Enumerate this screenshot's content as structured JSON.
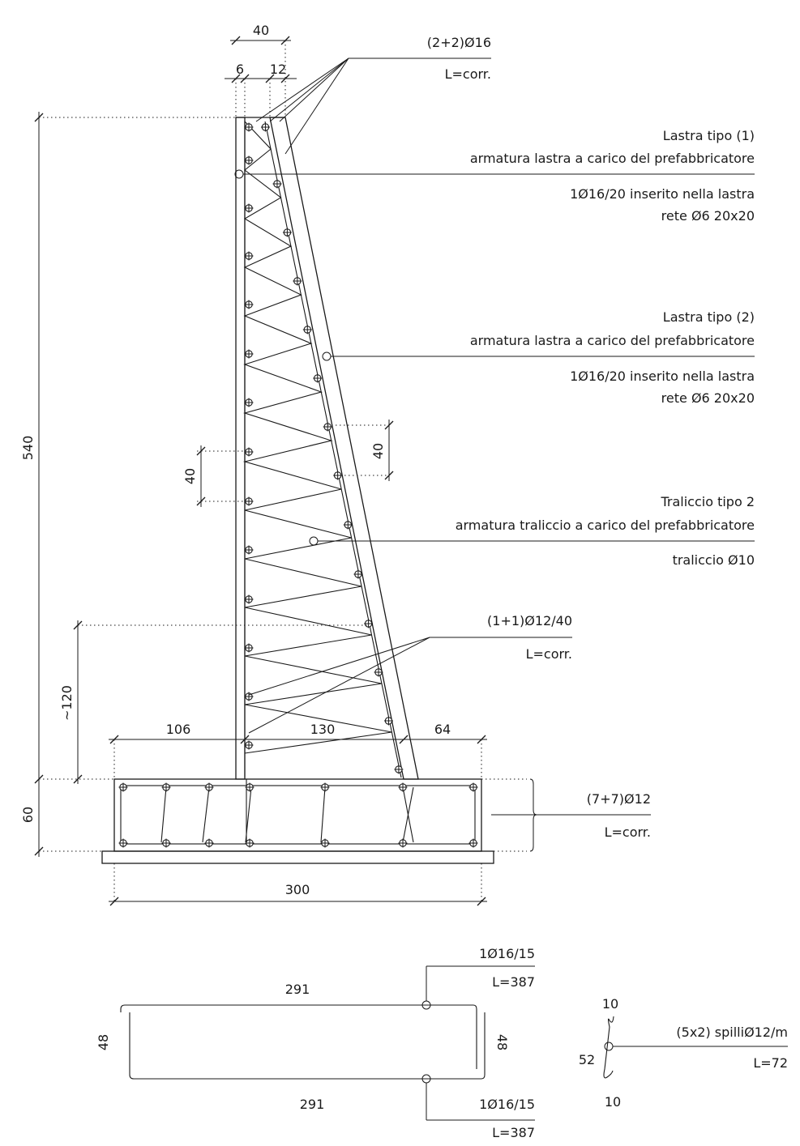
{
  "dimensions": {
    "top_width": "40",
    "top_left_offset": "6",
    "top_right_offset": "12",
    "wall_height": "540",
    "truss_spacing_left": "40",
    "truss_spacing_right": "40",
    "lap_length": "~120",
    "footing_height": "60",
    "toe_length": "106",
    "heel_middle": "130",
    "heel_end": "64",
    "footing_width": "300"
  },
  "callouts": {
    "top_bars": {
      "line1": "(2+2)Ø16",
      "line2": "L=corr."
    },
    "slab1": {
      "title": "Lastra tipo (1)",
      "note": "armatura lastra a carico del prefabbricatore",
      "bar": "1Ø16/20 inserito nella lastra",
      "mesh": "rete Ø6 20x20"
    },
    "slab2": {
      "title": "Lastra tipo (2)",
      "note": "armatura lastra a carico del prefabbricatore",
      "bar": "1Ø16/20 inserito nella lastra",
      "mesh": "rete Ø6 20x20"
    },
    "truss": {
      "title": "Traliccio tipo 2",
      "note": "armatura traliccio a carico del prefabbricatore",
      "bar": "traliccio Ø10"
    },
    "starter_bars": {
      "line1": "(1+1)Ø12/40",
      "line2": "L=corr."
    },
    "footing_bars": {
      "line1": "(7+7)Ø12",
      "line2": "L=corr."
    }
  },
  "stirrup_detail": {
    "top_length": "291",
    "bottom_length": "291",
    "left_height": "48",
    "right_height": "48",
    "top_label": "1Ø16/15",
    "top_length_label": "L=387",
    "bottom_label": "1Ø16/15",
    "bottom_length_label": "L=387"
  },
  "pin_detail": {
    "top_hook": "10",
    "middle": "52",
    "bottom_hook": "10",
    "label": "(5x2) spilliØ12/m",
    "length_label": "L=72"
  }
}
